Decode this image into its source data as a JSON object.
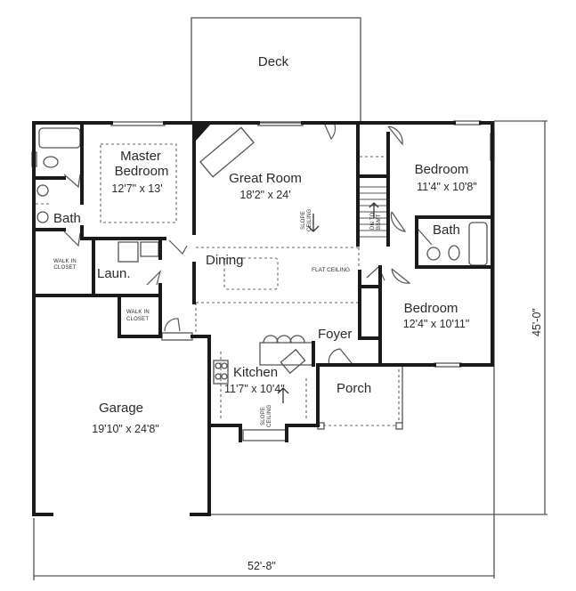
{
  "plan": {
    "type": "floor plan",
    "overall_width": "52'-8\"",
    "overall_depth": "45'-0\"",
    "rooms": [
      {
        "name": "Deck",
        "size": ""
      },
      {
        "name": "Master Bedroom",
        "line1": "Master",
        "line2": "Bedroom",
        "size": "12'7\" x 13'"
      },
      {
        "name": "Great Room",
        "size": "18'2\" x 24'"
      },
      {
        "name": "Bedroom",
        "size": "11'4\" x 10'8\""
      },
      {
        "name": "Bath",
        "size": ""
      },
      {
        "name": "Bath",
        "size": ""
      },
      {
        "name": "Bedroom",
        "size": "12'4\" x 10'11\""
      },
      {
        "name": "Dining",
        "size": ""
      },
      {
        "name": "Laun.",
        "size": ""
      },
      {
        "name": "Foyer",
        "size": ""
      },
      {
        "name": "Kitchen",
        "size": "11'7\" x 10'4\""
      },
      {
        "name": "Porch",
        "size": ""
      },
      {
        "name": "Garage",
        "size": "19'10\" x 24'8\""
      }
    ],
    "annotations": {
      "walk_in_closet_1": [
        "WALK IN",
        "CLOSET"
      ],
      "walk_in_closet_2": [
        "WALK IN",
        "CLOSET"
      ],
      "slope_ceiling_great_room": [
        "SLOPE",
        "CEILING"
      ],
      "slope_ceiling_kitchen": [
        "SLOPE",
        "CEILING"
      ],
      "flat_ceiling": "FLAT CEILING",
      "stairs": [
        "DN TO",
        "BSMT"
      ]
    },
    "colors": {
      "wall": "#1a1a1a",
      "line": "#555555",
      "dashed": "#666666",
      "background": "#ffffff"
    }
  }
}
